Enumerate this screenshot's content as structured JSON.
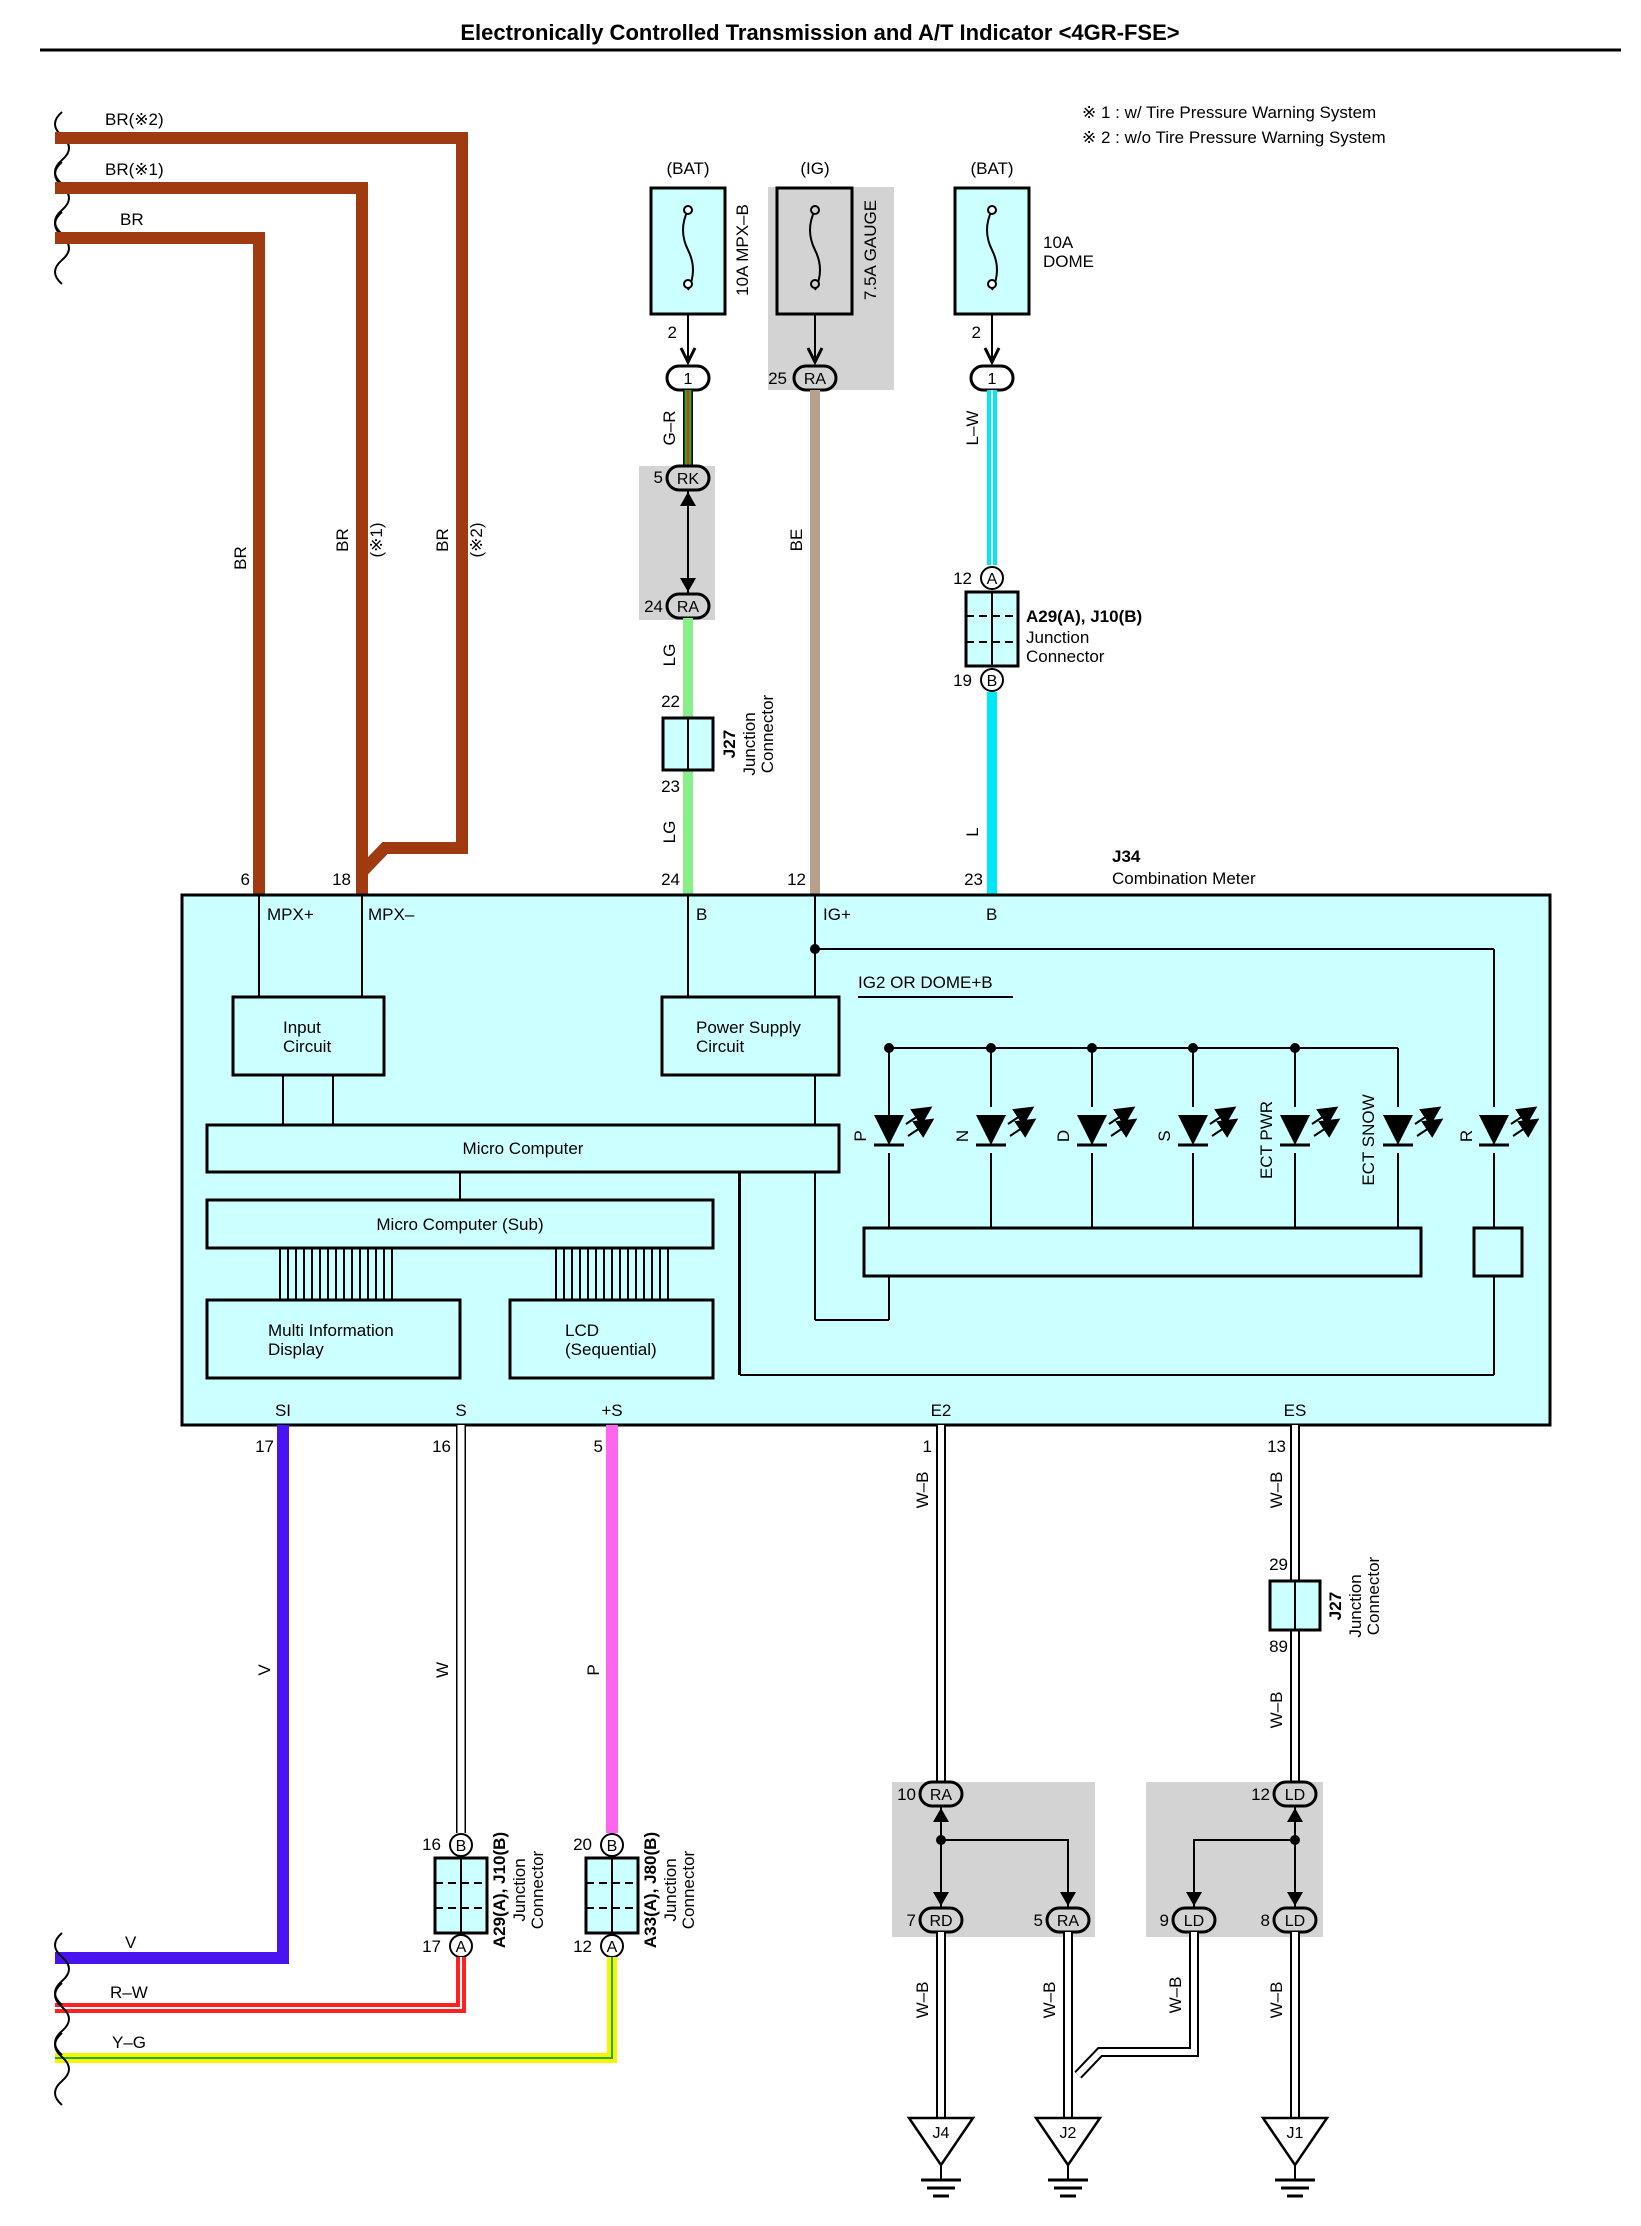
{
  "title": "Electronically Controlled Transmission and A/T Indicator <4GR-FSE>",
  "notes": [
    "※ 1 : w/ Tire Pressure Warning System",
    "※ 2 : w/o Tire Pressure Warning System"
  ],
  "colors": {
    "BR": "#a03a10",
    "G": "#22aa22",
    "R": "#ff2020",
    "LG": "#88ee88",
    "BE": "#b8a08a",
    "L_W": "#00e8f8",
    "L": "#00e8f8",
    "V": "#4a14f0",
    "W": "#ffffff",
    "P": "#ff66ee",
    "Y": "#f5f500",
    "box": "#ccffff",
    "gray": "#d3d3d3"
  },
  "left_wires_top": [
    "BR(※2)",
    "BR(※1)",
    "BR"
  ],
  "left_wires_bottom": [
    "V",
    "R–W",
    "Y–G"
  ],
  "br_vertical_labels": [
    "BR",
    "BR",
    "(※1)",
    "BR",
    "(※2)"
  ],
  "fuses": [
    {
      "source": "(BAT)",
      "name": "10A MPX–B",
      "pin": "2",
      "conn_pin": "1"
    },
    {
      "source": "(IG)",
      "name": "7.5A GAUGE",
      "conn_num": "25",
      "conn": "RA"
    },
    {
      "source": "(BAT)",
      "name_line1": "10A",
      "name_line2": "DOME",
      "pin": "2",
      "conn_pin": "1"
    }
  ],
  "wires": {
    "g_r": "G–R",
    "lg1": "LG",
    "lg2": "LG",
    "be": "BE",
    "l_w": "L–W",
    "l": "L",
    "v": "V",
    "w": "W",
    "p": "P",
    "wb1": "W–B",
    "wb2": "W–B",
    "wb3": "W–B",
    "wb4": "W–B",
    "wb5": "W–B",
    "wb6": "W–B",
    "wb7": "W–B"
  },
  "connectors": {
    "rk_num": "5",
    "rk": "RK",
    "ra1_num": "24",
    "ra1": "RA",
    "j27a_top": "22",
    "j27a_bot": "23",
    "j27a_name": "J27",
    "j27a_l1": "Junction",
    "j27a_l2": "Connector",
    "a29_top": "12",
    "a29_topc": "A",
    "a29_bot": "19",
    "a29_botc": "B",
    "a29_name": "A29(A), J10(B)",
    "a29_l1": "Junction",
    "a29_l2": "Connector",
    "j27b_top": "29",
    "j27b_bot": "89",
    "j27b_name": "J27",
    "j27b_l1": "Junction",
    "j27b_l2": "Connector",
    "a29b_top": "16",
    "a29b_topc": "B",
    "a29b_bot": "17",
    "a29b_botc": "A",
    "a29b_name": "A29(A), J10(B)",
    "a29b_l1": "Junction",
    "a29b_l2": "Connector",
    "a33_top": "20",
    "a33_topc": "B",
    "a33_bot": "12",
    "a33_botc": "A",
    "a33_name": "A33(A), J80(B)",
    "a33_l1": "Junction",
    "a33_l2": "Connector",
    "ra10_num": "10",
    "ra10": "RA",
    "rd7_num": "7",
    "rd7": "RD",
    "ra5_num": "5",
    "ra5": "RA",
    "ld12_num": "12",
    "ld12": "LD",
    "ld9_num": "9",
    "ld9": "LD",
    "ld8_num": "8",
    "ld8": "LD"
  },
  "meter": {
    "id": "J34",
    "name": "Combination Meter",
    "pins_top": [
      "6",
      "18",
      "24",
      "12",
      "23"
    ],
    "labels_top": [
      "MPX+",
      "MPX–",
      "B",
      "IG+",
      "B"
    ],
    "ig2_label": "IG2 OR DOME+B",
    "input_circuit": [
      "Input",
      "Circuit"
    ],
    "power_supply": [
      "Power Supply",
      "Circuit"
    ],
    "micro": "Micro Computer",
    "micro_sub": "Micro Computer (Sub)",
    "mid": [
      "Multi Information",
      "Display"
    ],
    "lcd": [
      "LCD",
      "(Sequential)"
    ],
    "indicators": [
      "P",
      "N",
      "D",
      "S",
      "ECT PWR",
      "ECT SNOW",
      "R"
    ],
    "labels_bottom": [
      "SI",
      "S",
      "+S",
      "E2",
      "ES"
    ],
    "pins_bottom": [
      "17",
      "16",
      "5",
      "1",
      "13"
    ]
  },
  "grounds": [
    "J4",
    "J2",
    "J1"
  ]
}
